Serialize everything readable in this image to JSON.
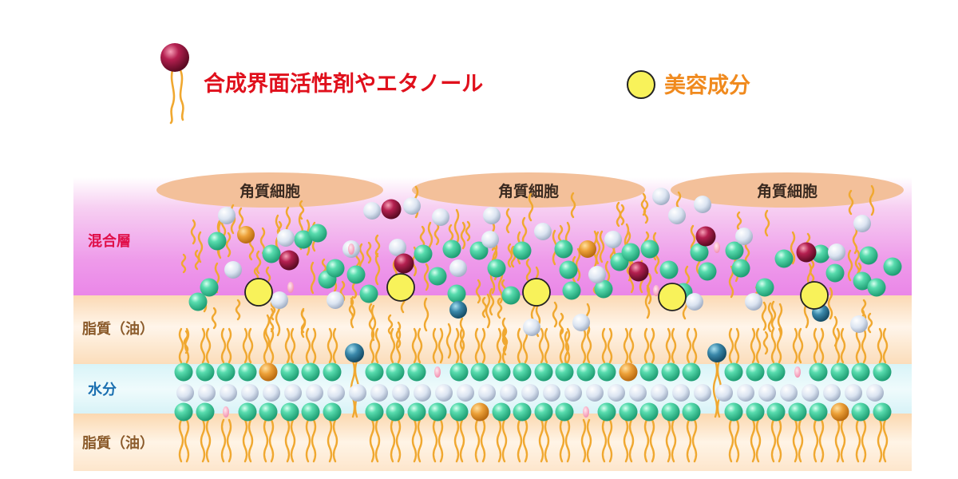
{
  "legend": {
    "surfactant_label": "合成界面活性剤やエタノール",
    "beauty_label": "美容成分"
  },
  "cells": {
    "labels": [
      "角質細胞",
      "角質細胞",
      "角質細胞"
    ]
  },
  "layers": {
    "mixed": "混合層",
    "lipid_top": "脂質（油）",
    "water": "水分",
    "lipid_bottom": "脂質（油）"
  },
  "colors": {
    "surfactant_label": "#e0101c",
    "beauty_label": "#f08a1e",
    "mixed_label": "#e0104a",
    "lipid_label": "#8a5a2a",
    "water_label": "#1a6fb0",
    "cell_fill": "#f3c09a",
    "tail": "#f0a830",
    "lipid_head": "#3fcf9c",
    "surfactant_head": "#9c1438",
    "beauty_ball": "#f8f25a",
    "water_ball": "#dde6f2",
    "orange_ball": "#e89a30",
    "blue_ball": "#2e7a9c",
    "pink_ellipse": "#f6a0b8"
  }
}
